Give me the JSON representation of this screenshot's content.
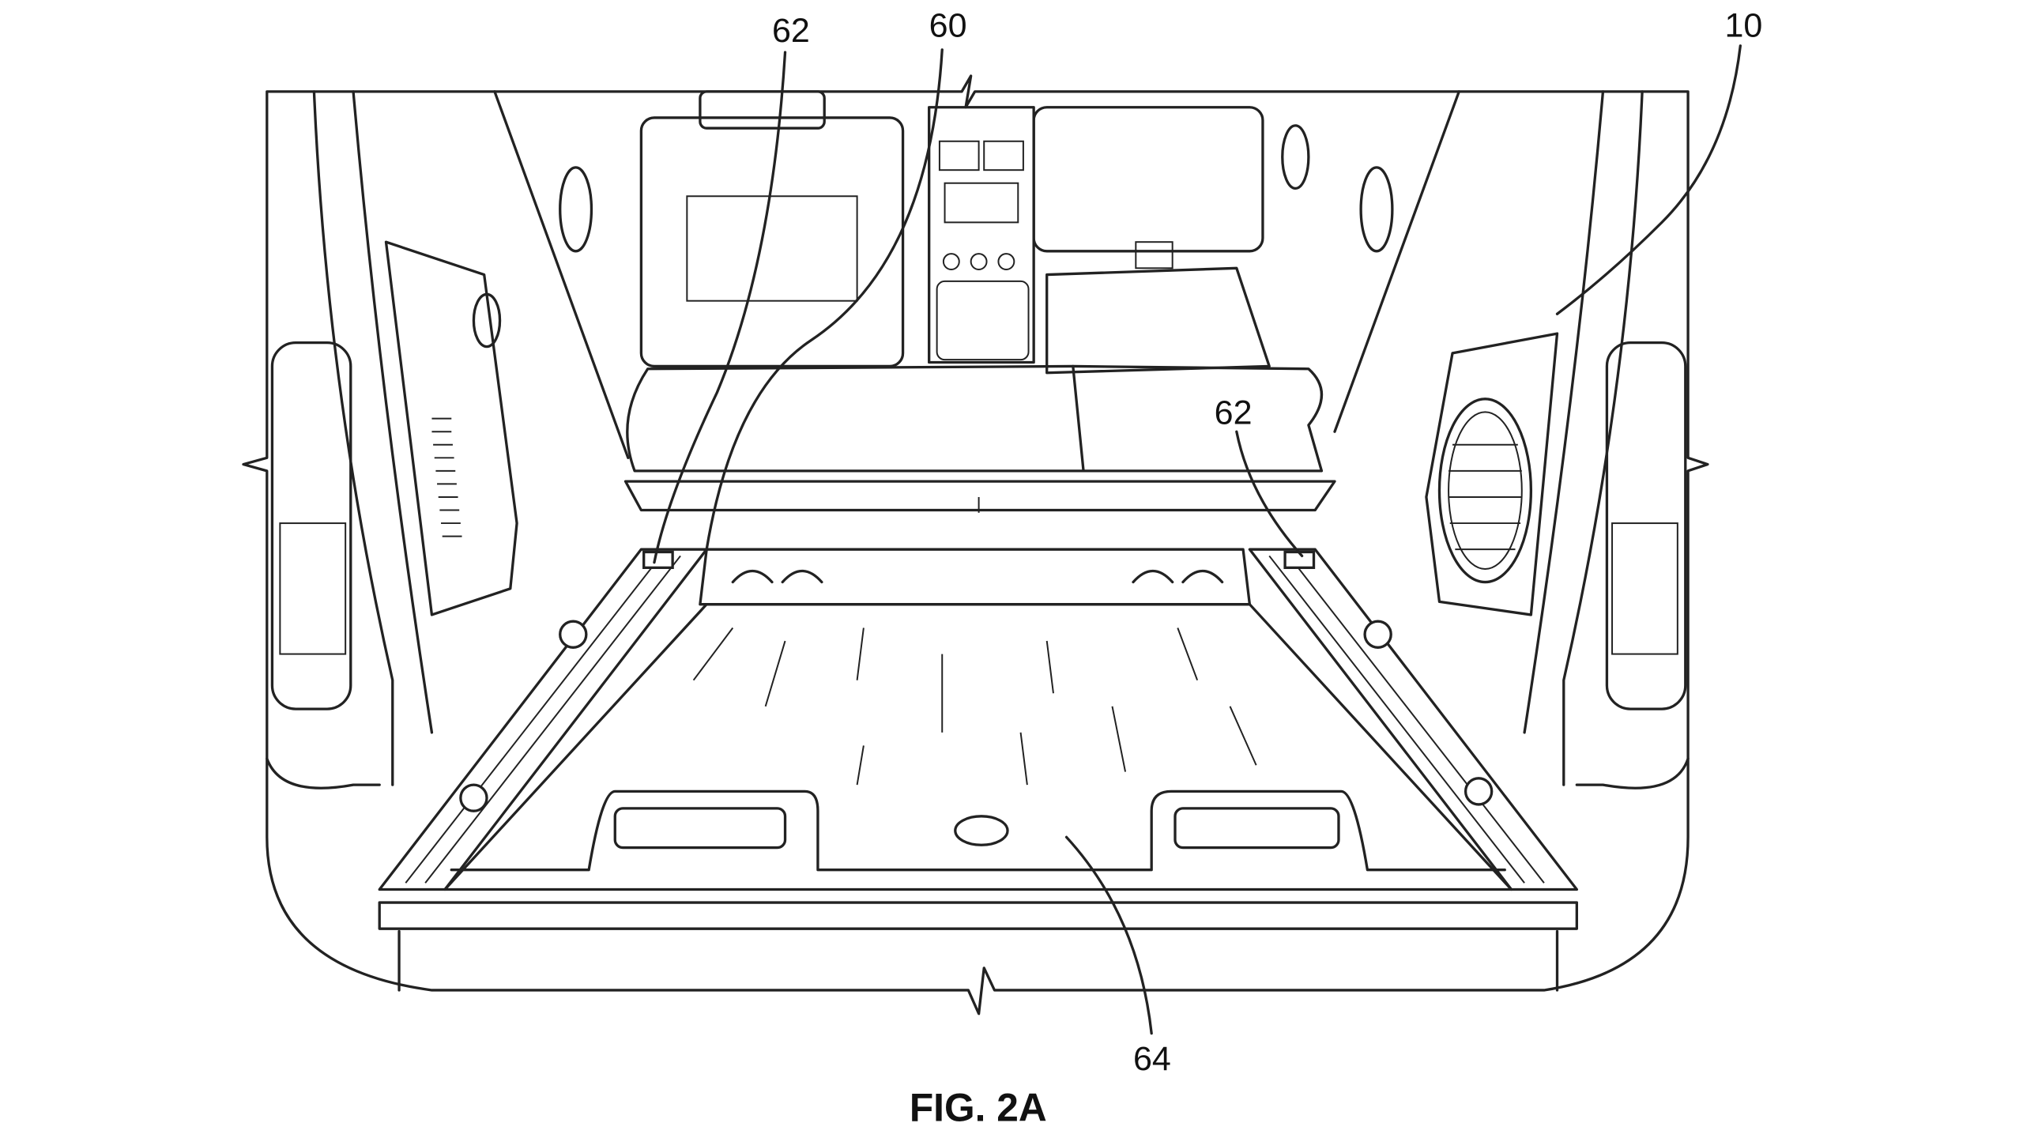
{
  "figure": {
    "caption": "FIG. 2A",
    "reference_numerals": {
      "left_rail": "62",
      "slide_system": "60",
      "vehicle": "10",
      "right_rail": "62",
      "cargo_tray": "64"
    }
  }
}
